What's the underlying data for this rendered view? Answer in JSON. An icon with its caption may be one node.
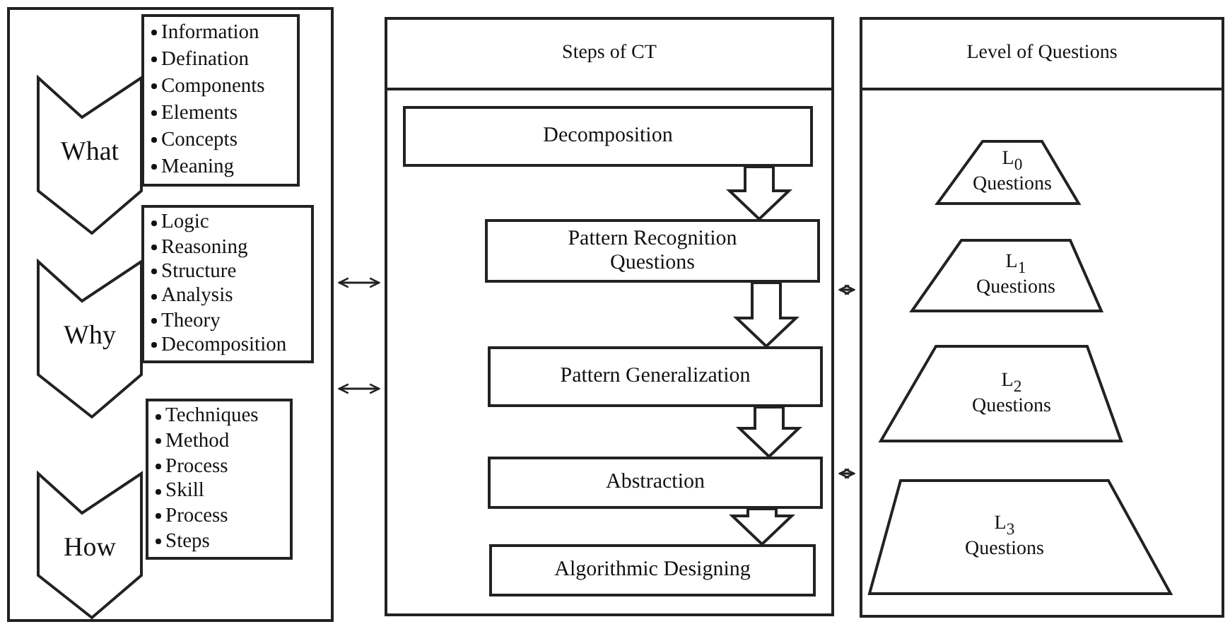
{
  "diagram": {
    "nodes": [
      {
        "text": [],
        "shape": "box"
      },
      {
        "text": [
          "What"
        ],
        "in": 0
      },
      {
        "text": [
          "Information",
          "Defination",
          "Components",
          "Elements",
          "Concepts",
          "Meaning"
        ],
        "in": 0
      },
      {
        "text": [
          "Why"
        ],
        "in": 0
      },
      {
        "text": [
          "Logic",
          "Reasoning",
          "Structure",
          "Analysis",
          "Theory",
          "Decomposition"
        ],
        "in": 0
      },
      {
        "text": [
          "How"
        ],
        "in": 0
      },
      {
        "text": [
          "Techniques",
          "Method",
          "Process",
          "Skill",
          "Process",
          "Steps"
        ],
        "in": 0
      },
      {
        "text": [
          "Steps of CT"
        ]
      },
      {
        "text": [
          "Decomposition"
        ],
        "in": 7
      },
      {
        "text": [
          "Pattern Recognition Questions"
        ],
        "in": 7
      },
      {
        "text": [
          "Pattern Generalization"
        ],
        "in": 7
      },
      {
        "text": [
          "Abstraction"
        ],
        "in": 7
      },
      {
        "text": [
          "Algorithmic Designing"
        ],
        "in": 7
      },
      {
        "text": [
          "Level of Questions"
        ]
      },
      {
        "text": [
          "L$_{0}$ Questions"
        ],
        "in": 13
      },
      {
        "text": [
          "L$_{1}$ Questions"
        ],
        "in": 13
      },
      {
        "text": [
          "L$_{2}$ Questions"
        ],
        "in": 13
      },
      {
        "text": [
          "L$_{3}$ Questions"
        ],
        "in": 13
      }
    ],
    "edges": [
      {
        "from": 8,
        "to": 9,
        "arrow": "to",
        "style": "thick"
      },
      {
        "from": 9,
        "to": 10,
        "arrow": "to",
        "style": "thick"
      },
      {
        "from": 10,
        "to": 11,
        "arrow": "to",
        "style": "thick"
      },
      {
        "from": 11,
        "to": 12,
        "arrow": "to",
        "style": "thick"
      },
      {
        "from": 0,
        "to": 7,
        "arrow": "both"
      },
      {
        "from": 0,
        "to": 7,
        "arrow": "both"
      },
      {
        "from": 7,
        "to": 13,
        "arrow": "both"
      },
      {
        "from": 7,
        "to": 13,
        "arrow": "both"
      }
    ]
  }
}
